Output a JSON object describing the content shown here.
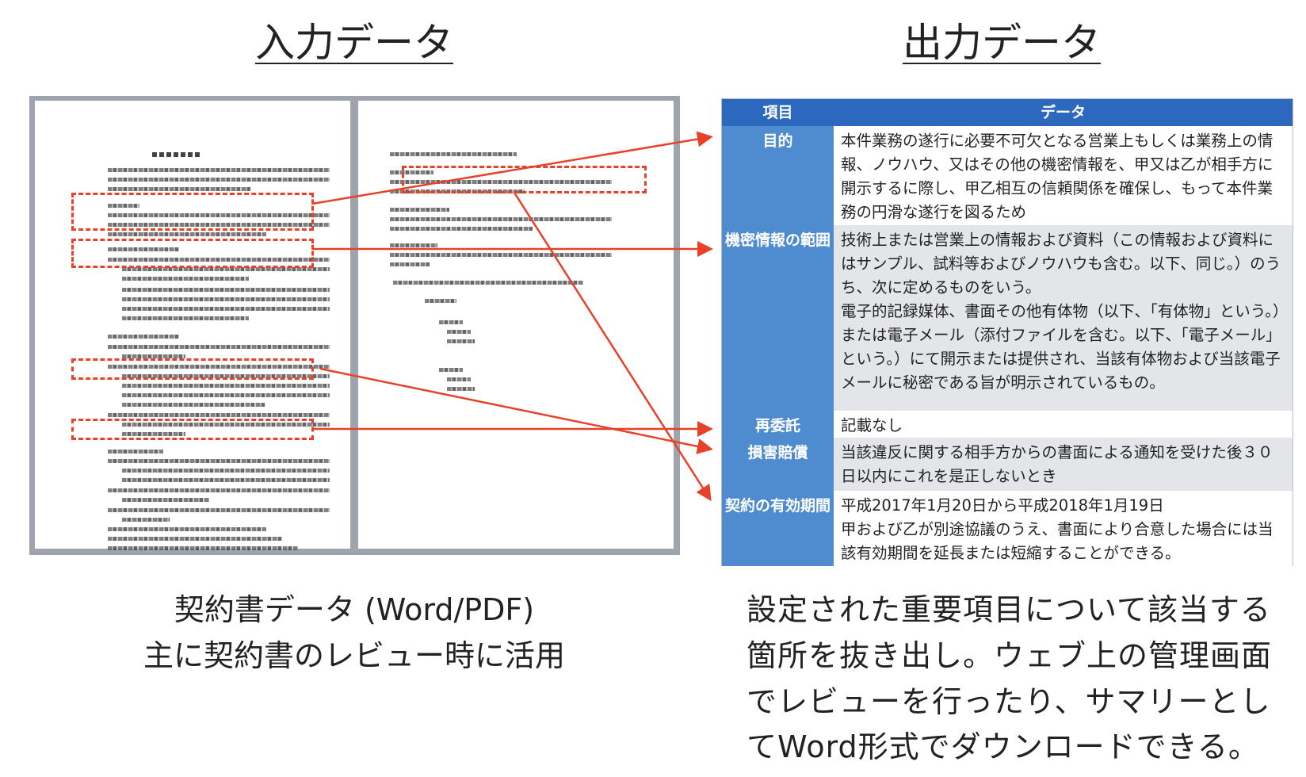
{
  "input_heading": "入力データ",
  "output_heading": "出力データ",
  "table": {
    "header": {
      "key": "項目",
      "value": "データ"
    },
    "rows": [
      {
        "key": "目的",
        "value": "本件業務の遂行に必要不可欠となる営業上もしくは業務上の情報、ノウハウ、又はその他の機密情報を、甲又は乙が相手方に開示するに際し、甲乙相互の信頼関係を確保し、もって本件業務の円滑な遂行を図るため"
      },
      {
        "key": "機密情報の範囲",
        "value": "技術上または営業上の情報および資料（この情報および資料にはサンプル、試料等およびノウハウも含む。以下、同じ。）のうち、次に定めるものをいう。\n電子的記録媒体、書面その他有体物（以下、「有体物」という。）または電子メール（添付ファイルを含む。以下、「電子メール」という。）にて開示または提供され、当該有体物および当該電子メールに秘密である旨が明示されているもの。"
      },
      {
        "key": "再委託",
        "value": "記載なし"
      },
      {
        "key": "損害賠償",
        "value": "当該違反に関する相手方からの書面による通知を受けた後３０日以内にこれを是正しないとき"
      },
      {
        "key": "契約の有効期間",
        "value": "平成2017年1月20日から平成2018年1月19日\n甲および乙が別途協議のうえ、書面により合意した場合には当該有効期間を延長または短縮することができる。"
      }
    ]
  },
  "input_caption": [
    "契約書データ (Word/PDF)",
    "主に契約書のレビュー時に活用"
  ],
  "output_caption": [
    "設定された重要項目について該当する",
    "箇所を抜き出し。ウェブ上の管理画面",
    "でレビューを行ったり、サマリーとし",
    "てWord形式でダウンロードできる。"
  ],
  "colors": {
    "header": "#2c68bd",
    "key_cell": "#4f8ccf",
    "arrow": "#e8412a"
  }
}
